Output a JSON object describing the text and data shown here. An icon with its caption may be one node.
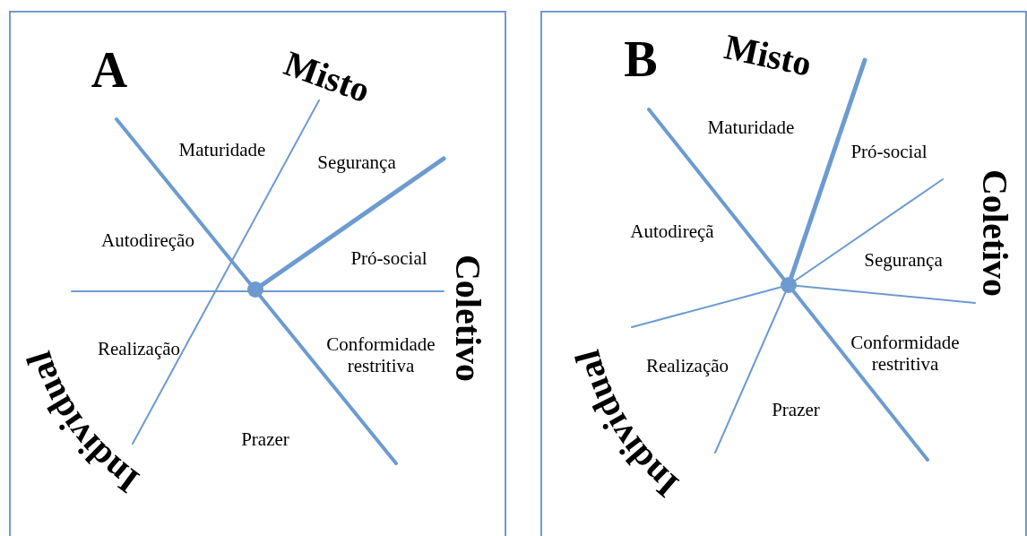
{
  "diagram": {
    "nodes": [
      {
        "text": [
          "A",
          "Misto",
          "Coletivo",
          "Individual",
          "Maturidade",
          "Segurança",
          "Autodireção",
          "Pró-social",
          "Realização",
          "Conformidade restritiva",
          "Prazer"
        ]
      },
      {
        "text": [
          "B",
          "Misto",
          "Coletivo",
          "Individual",
          "Maturidade",
          "Pró-social",
          "Autodireçã",
          "Segurança",
          "Realização",
          "Conformidade restritiva",
          "Prazer"
        ]
      }
    ]
  }
}
